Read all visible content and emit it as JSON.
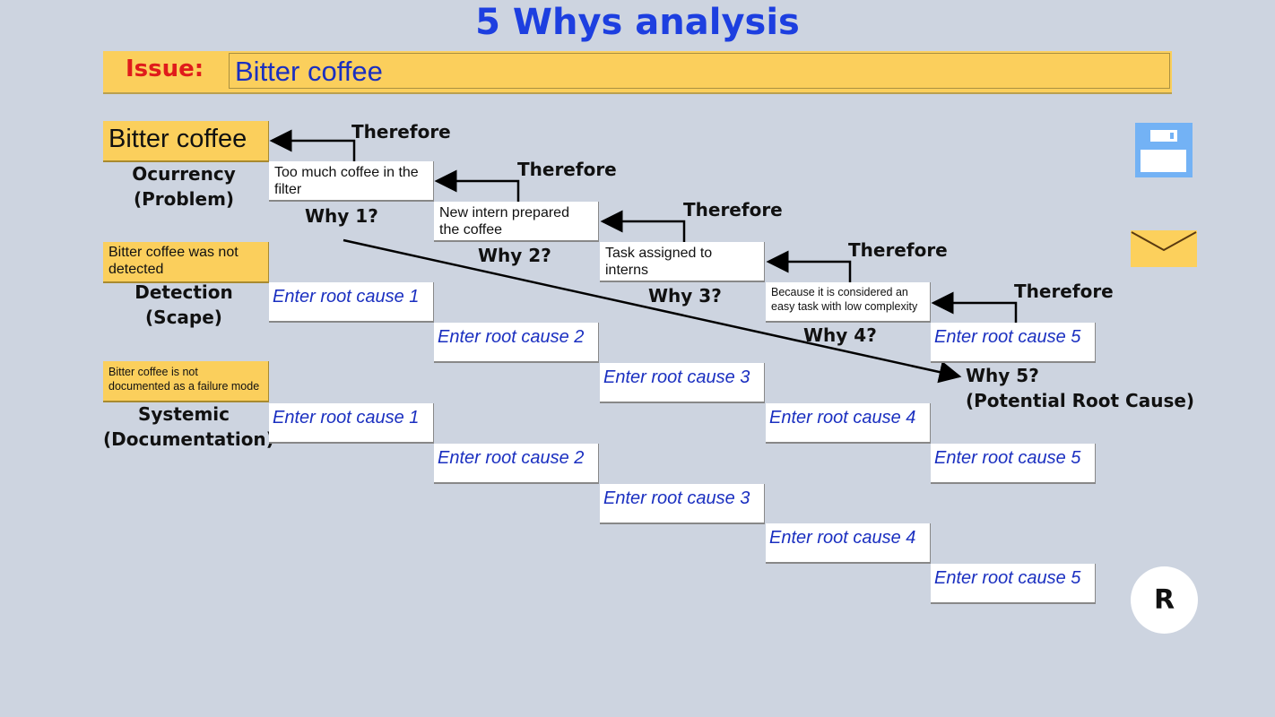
{
  "title": "5 Whys analysis",
  "issue": {
    "label": "Issue:",
    "value": "Bitter coffee"
  },
  "occurrence": {
    "box": "Bitter coffee",
    "label1": "Ocurrency",
    "label2": "(Problem)"
  },
  "detection": {
    "box": "Bitter coffee was not detected",
    "label1": "Detection",
    "label2": "(Scape)"
  },
  "systemic": {
    "box": "Bitter coffee is not documented as a failure mode",
    "label1": "Systemic",
    "label2": "(Documentation)"
  },
  "whys": [
    "Too much coffee in the filter",
    "New intern prepared the coffee",
    "Task assigned to interns",
    "Because it is considered an easy task with low complexity",
    "Enter root cause 5"
  ],
  "why_labels": [
    "Why 1?",
    "Why 2?",
    "Why 3?",
    "Why 4?",
    "Why 5?"
  ],
  "potential_root_cause": "(Potential Root Cause)",
  "therefore": "Therefore",
  "detection_causes": [
    "Enter root cause 1",
    "Enter root cause 2",
    "Enter root cause 3",
    "Enter root cause 4",
    "Enter root cause 5"
  ],
  "systemic_causes": [
    "Enter root cause 1",
    "Enter root cause 2",
    "Enter root cause 3",
    "Enter root cause 4",
    "Enter root cause 5"
  ],
  "reset_button": "R",
  "colors": {
    "title": "#1d3fe0",
    "highlight": "#fbcf5c",
    "input_text": "#1a2fc0",
    "issue_label": "#e01b1b"
  }
}
